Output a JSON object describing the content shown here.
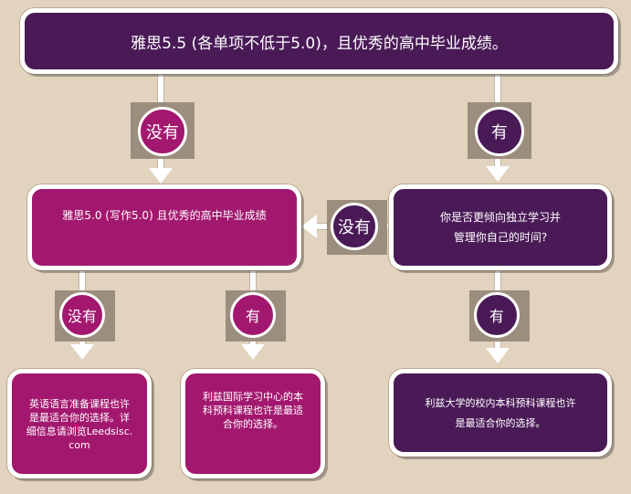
{
  "top_box": {
    "text": "雅思5.5 (各单项不低于5.0)，且优秀的高中毕业成绩。"
  },
  "ielts50_box": {
    "text": "雅思5.0 (写作5.0) 且优秀的高中毕业成绩"
  },
  "independent_box": {
    "line1": "你是否更倾向独立学习并",
    "line2": "管理你自己的时间?"
  },
  "outcome_english": {
    "line1": "英语语言准备课程也许",
    "line2": "是最适合你的选择。详",
    "line3": "细信息请浏览Leedsisc.",
    "line4": "com"
  },
  "outcome_isc": {
    "line1": "利兹国际学习中心的本",
    "line2": "科预科课程也许是最适",
    "line3": "合你的选择。"
  },
  "outcome_university": {
    "line1": "利兹大学的校内本科预科课程也许",
    "line2": "是最适合你的选择。"
  },
  "labels": {
    "no": "没有",
    "yes": "有"
  },
  "colors": {
    "purple": "#4a1a57",
    "magenta": "#a3186f",
    "background": "#e2d3bf"
  }
}
